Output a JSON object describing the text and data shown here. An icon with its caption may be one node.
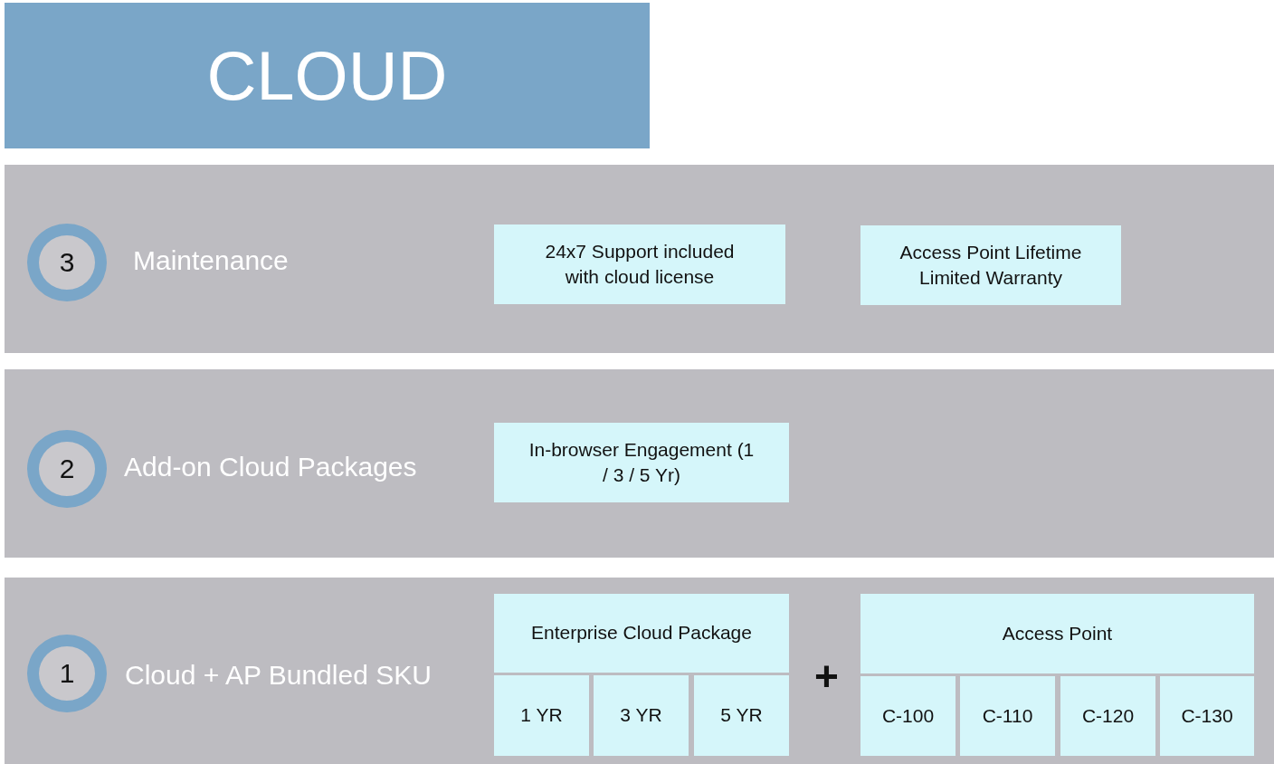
{
  "diagram": {
    "nodes": [
      {
        "text": [
          "CLOUD"
        ]
      },
      {
        "text": [
          "Maintenance"
        ]
      },
      {
        "text": [
          "3"
        ],
        "in": 1
      },
      {
        "text": [
          "24x7 Support included with cloud license"
        ],
        "in": 1
      },
      {
        "text": [
          "Access Point Lifetime Limited Warranty"
        ],
        "in": 1
      },
      {
        "text": [
          "Add-on Cloud Packages"
        ]
      },
      {
        "text": [
          "2"
        ],
        "in": 5
      },
      {
        "text": [
          "In-browser Engagement (1 / 3 / 5 Yr)"
        ],
        "in": 5
      },
      {
        "text": [
          "Cloud + AP Bundled SKU"
        ]
      },
      {
        "text": [
          "1"
        ],
        "in": 8
      },
      {
        "text": [
          "Enterprise Cloud Package"
        ],
        "in": 8
      },
      {
        "text": [
          "1 YR"
        ],
        "in": 8
      },
      {
        "text": [
          "3 YR"
        ],
        "in": 8
      },
      {
        "text": [
          "5 YR"
        ],
        "in": 8
      },
      {
        "text": [
          "Access Point"
        ],
        "in": 8
      },
      {
        "text": [
          "C-100"
        ],
        "in": 8
      },
      {
        "text": [
          "C-110"
        ],
        "in": 8
      },
      {
        "text": [
          "C-120"
        ],
        "in": 8
      },
      {
        "text": [
          "C-130"
        ],
        "in": 8
      }
    ],
    "labels": [
      "+"
    ]
  }
}
